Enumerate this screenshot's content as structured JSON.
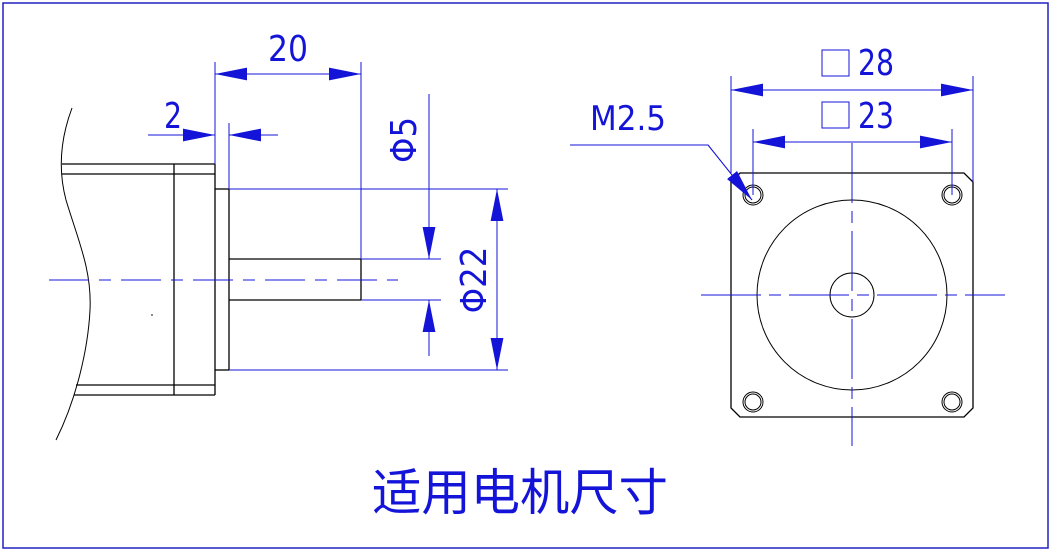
{
  "drawing": {
    "title": "适用电机尺寸",
    "side_view": {
      "dim_shaft_length": "20",
      "dim_flange_thickness": "2",
      "dim_shaft_diameter": "Φ5",
      "dim_pilot_diameter": "Φ22"
    },
    "front_view": {
      "dim_outer_square": "28",
      "dim_hole_pitch": "23",
      "thread_callout": "M2.5"
    }
  },
  "colors": {
    "dimension": "#1414d8",
    "outline": "#000000",
    "border": "#2020c0"
  }
}
